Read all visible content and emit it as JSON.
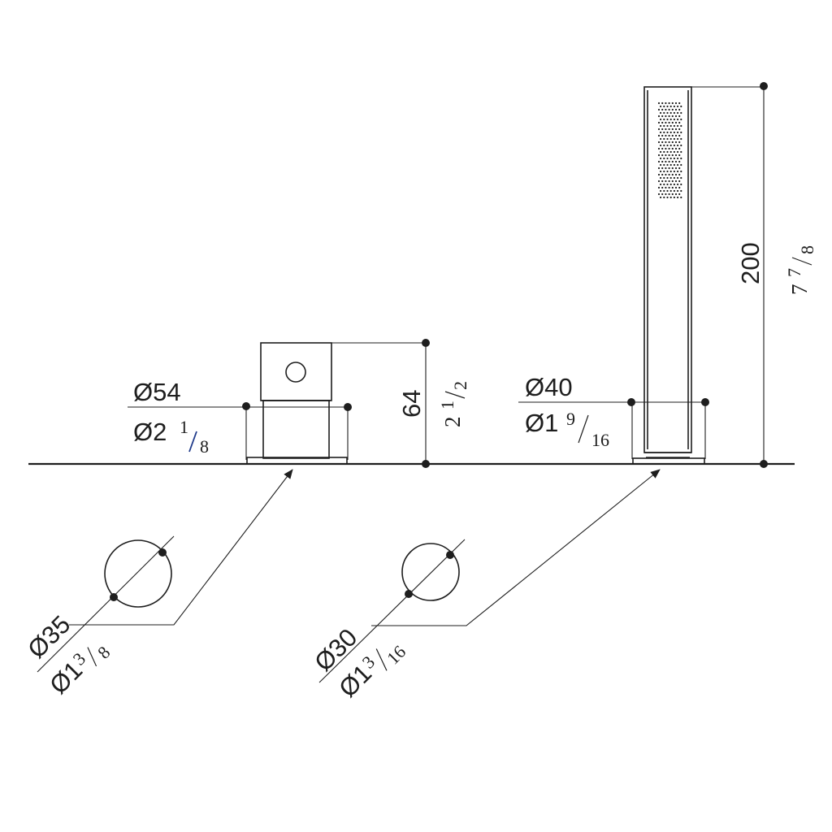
{
  "labels": {
    "mixer_diameter_mm": "Ø54",
    "mixer_diameter_in_whole": "Ø2",
    "mixer_diameter_in_num": "1",
    "mixer_diameter_in_den": "8",
    "mixer_height_mm": "64",
    "mixer_height_in_whole": "2",
    "mixer_height_in_num": "1",
    "mixer_height_in_den": "2",
    "holder_diameter_mm": "Ø40",
    "holder_diameter_in_whole": "Ø1",
    "holder_diameter_in_num": "9",
    "holder_diameter_in_den": "16",
    "shower_height_mm": "200",
    "shower_height_in_whole": "7",
    "shower_height_in_num": "7",
    "shower_height_in_den": "8",
    "hole1_diameter_mm": "Ø35",
    "hole1_diameter_in_whole": "Ø1",
    "hole1_diameter_in_num": "3",
    "hole1_diameter_in_den": "8",
    "hole2_diameter_mm": "Ø30",
    "hole2_diameter_in_whole": "Ø1",
    "hole2_diameter_in_num": "3",
    "hole2_diameter_in_den": "16"
  }
}
